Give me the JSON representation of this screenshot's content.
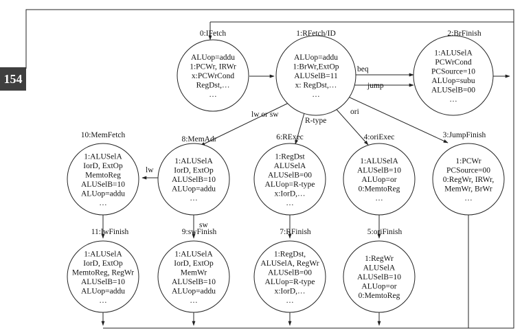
{
  "page_number": "154",
  "states": [
    {
      "id": "s0",
      "title": "0:IFetch",
      "lines": [
        "ALUop=addu",
        "1:PCWr, IRWr",
        "x:PCWrCond",
        "RegDst,…",
        "…"
      ]
    },
    {
      "id": "s1",
      "title": "1:RFetch/ID",
      "lines": [
        "ALUop=addu",
        "1:BrWr,ExtOp",
        "ALUSelB=11",
        "x: RegDst,…",
        "…"
      ]
    },
    {
      "id": "s2",
      "title": "2:BrFinish",
      "lines": [
        "1:ALUSelA",
        "PCWrCond",
        "PCSource=10",
        "ALUop=subu",
        "ALUSelB=00",
        "…"
      ]
    },
    {
      "id": "s3",
      "title": "3:JumpFinish",
      "lines": [
        "1:PCWr",
        "PCSource=00",
        "0:RegWr, IRWr,",
        "MemWr, BrWr",
        "…"
      ]
    },
    {
      "id": "s4",
      "title": "4:oriExec",
      "lines": [
        "1:ALUSelA",
        "ALUSelB=10",
        "ALUop=or",
        "0:MemtoReg",
        "…"
      ]
    },
    {
      "id": "s5",
      "title": "5:oriFinish",
      "lines": [
        "1:RegWr",
        "ALUSelA",
        "ALUSelB=10",
        "ALUop=or",
        "0:MemtoReg"
      ]
    },
    {
      "id": "s6",
      "title": "6:RExec",
      "lines": [
        "1:RegDst",
        "ALUSelA",
        "ALUSelB=00",
        "ALUop=R-type",
        "x:IorD,…",
        "…"
      ]
    },
    {
      "id": "s7",
      "title": "7:RFinish",
      "lines": [
        "1:RegDst,",
        "ALUSelA, RegWr",
        "ALUSelB=00",
        "ALUop=R-type",
        "x:IorD,…",
        "…"
      ]
    },
    {
      "id": "s8",
      "title": "8:MemAdr",
      "lines": [
        "1:ALUSelA",
        "IorD, ExtOp",
        "ALUSelB=10",
        "ALUop=addu",
        "…"
      ]
    },
    {
      "id": "s9",
      "title": "9:swFinish",
      "lines": [
        "1:ALUSelA",
        "IorD, ExtOp",
        "MemWr",
        "ALUSelB=10",
        "ALUop=addu",
        "…"
      ]
    },
    {
      "id": "s10",
      "title": "10:MemFetch",
      "lines": [
        "1:ALUSelA",
        "IorD, ExtOp",
        "MemtoReg",
        "ALUSelB=10",
        "ALUop=addu",
        "…"
      ]
    },
    {
      "id": "s11",
      "title": "11:lwFinish",
      "lines": [
        "1:ALUSelA",
        "IorD, ExtOp",
        "MemtoReg, RegWr",
        "ALUSelB=10",
        "ALUop=addu",
        "…"
      ]
    }
  ],
  "transitions": [
    {
      "id": "t-beq",
      "label": "beq"
    },
    {
      "id": "t-jump",
      "label": "jump"
    },
    {
      "id": "t-lw-or-sw",
      "label": "lw or sw"
    },
    {
      "id": "t-rtype",
      "label": "R-type"
    },
    {
      "id": "t-ori",
      "label": "ori"
    },
    {
      "id": "t-lw",
      "label": "lw"
    },
    {
      "id": "t-sw",
      "label": "sw"
    }
  ]
}
